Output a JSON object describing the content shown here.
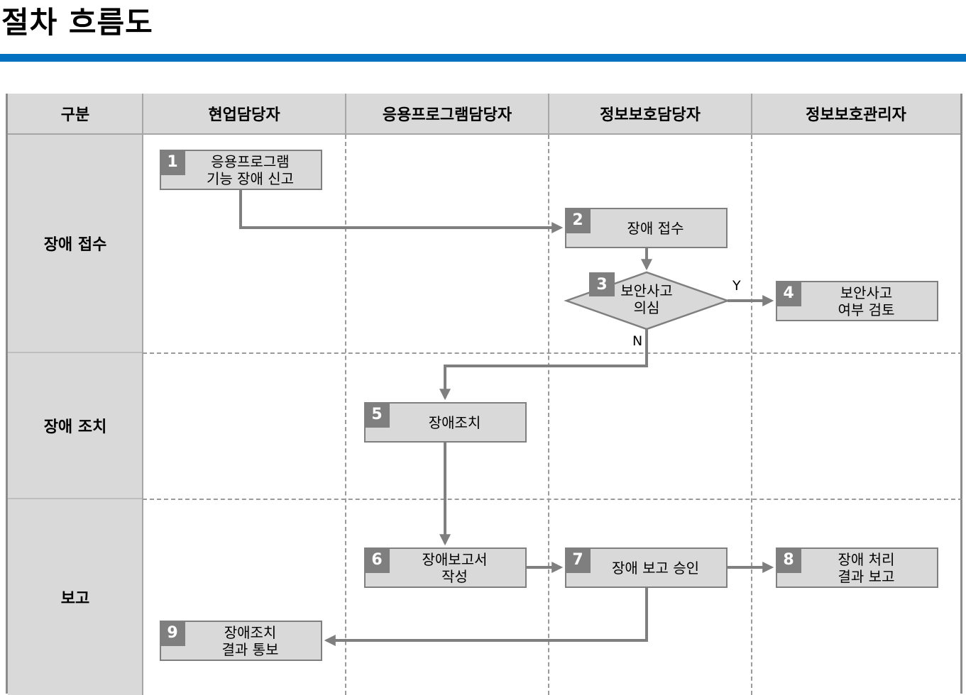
{
  "title": "절차 흐름도",
  "columns": [
    "구분",
    "현업담당자",
    "응용프로그램담당자",
    "정보보호담당자",
    "정보보호관리자"
  ],
  "rows": [
    "장애 접수",
    "장애 조치",
    "보고"
  ],
  "steps": [
    {
      "num": "1",
      "text": "응용프로그램\n기능 장애 신고"
    },
    {
      "num": "2",
      "text": "장애 접수"
    },
    {
      "num": "3",
      "text": "보안사고\n의심"
    },
    {
      "num": "4",
      "text": "보안사고\n여부 검토"
    },
    {
      "num": "5",
      "text": "장애조치"
    },
    {
      "num": "6",
      "text": "장애보고서\n작성"
    },
    {
      "num": "7",
      "text": "장애 보고 승인"
    },
    {
      "num": "8",
      "text": "장애 처리\n결과 보고"
    },
    {
      "num": "9",
      "text": "장애조치\n결과 통보"
    }
  ],
  "branch_labels": {
    "yes": "Y",
    "no": "N"
  },
  "colors": {
    "accent": "#0070c0",
    "shape": "#d9d9d9",
    "line": "#7f7f7f"
  }
}
